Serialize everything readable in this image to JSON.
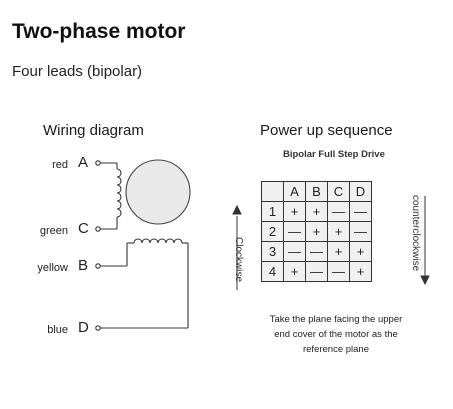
{
  "header": {
    "title": "Two-phase motor",
    "subtitle": "Four leads (bipolar)"
  },
  "wiring": {
    "title": "Wiring diagram",
    "leads": [
      {
        "name": "red",
        "letter": "A"
      },
      {
        "name": "green",
        "letter": "C"
      },
      {
        "name": "yellow",
        "letter": "B"
      },
      {
        "name": "blue",
        "letter": "D"
      }
    ]
  },
  "sequence": {
    "title": "Power up sequence",
    "subtitle": "Bipolar Full Step Drive",
    "columns": [
      "A",
      "B",
      "C",
      "D"
    ],
    "rows": [
      {
        "step": "1",
        "cells": [
          "+",
          "+",
          "—",
          "—"
        ]
      },
      {
        "step": "2",
        "cells": [
          "—",
          "+",
          "+",
          "—"
        ]
      },
      {
        "step": "3",
        "cells": [
          "—",
          "—",
          "+",
          "+"
        ]
      },
      {
        "step": "4",
        "cells": [
          "+",
          "—",
          "—",
          "+"
        ]
      }
    ],
    "left_label": "Clockwise",
    "right_label": "counterclockwise",
    "note_lines": [
      "Take the plane facing the upper",
      "end cover of the motor as the",
      "reference plane"
    ]
  }
}
